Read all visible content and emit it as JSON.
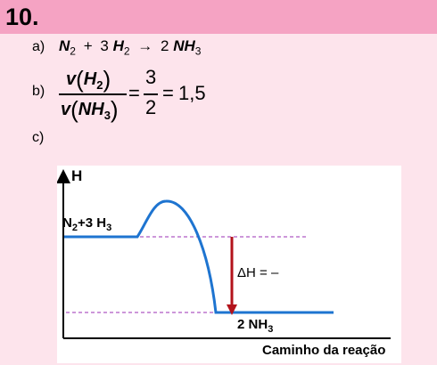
{
  "question_number": "10.",
  "items": {
    "a": {
      "label": "a)",
      "reactant1": "N",
      "reactant1_sub": "2",
      "plus": "+",
      "coef2": "3",
      "reactant2": "H",
      "reactant2_sub": "2",
      "arrow": "→",
      "coef3": "2",
      "product": "NH",
      "product_sub": "3"
    },
    "b": {
      "label": "b)",
      "numerator_v": "v",
      "numerator_species": "H",
      "numerator_sub": "2",
      "denominator_v": "v",
      "denominator_species": "NH",
      "denominator_sub": "3",
      "open_paren": "(",
      "close_paren": ")",
      "equals": "=",
      "ratio_numerator": "3",
      "ratio_denominator": "2",
      "result": "1,5"
    },
    "c": {
      "label": "c)"
    }
  },
  "diagram": {
    "y_axis_label": "H",
    "x_axis_label": "Caminho da reação",
    "reactants_label_main": "N",
    "reactants_label_sub1": "2",
    "reactants_label_mid": "+3 H",
    "reactants_label_sub2": "3",
    "products_label_main": "2 NH",
    "products_label_sub": "3",
    "delta_h_label": "ΔH = –",
    "colors": {
      "curve": "#1e74d0",
      "arrow": "#b3131b",
      "dashed": "#9b2fb5",
      "axis": "#000000"
    }
  }
}
